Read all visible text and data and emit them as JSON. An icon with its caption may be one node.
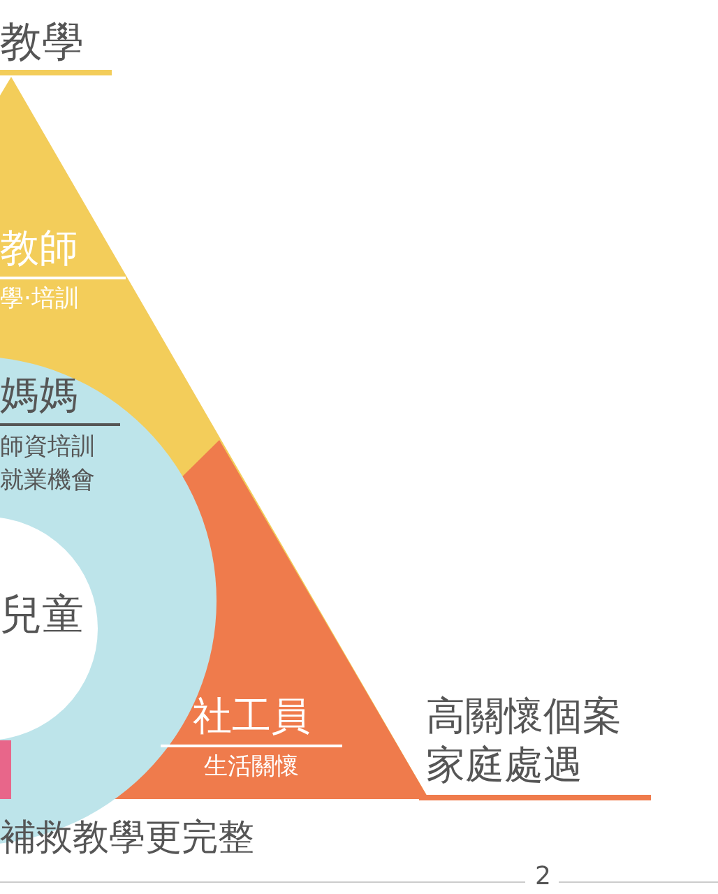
{
  "diagram": {
    "nodes": [
      {
        "text": [
          "教師",
          "學·培訓"
        ]
      },
      {
        "text": [
          "社工員",
          "生活關懷"
        ]
      },
      {
        "text": [
          "媽媽",
          "師資培訓就業機會"
        ]
      },
      {
        "text": [
          "兒童"
        ]
      }
    ],
    "edges": [],
    "labels": [
      "教學",
      "高關懷個案家庭處遇",
      "補救教學更完整",
      "2"
    ]
  }
}
